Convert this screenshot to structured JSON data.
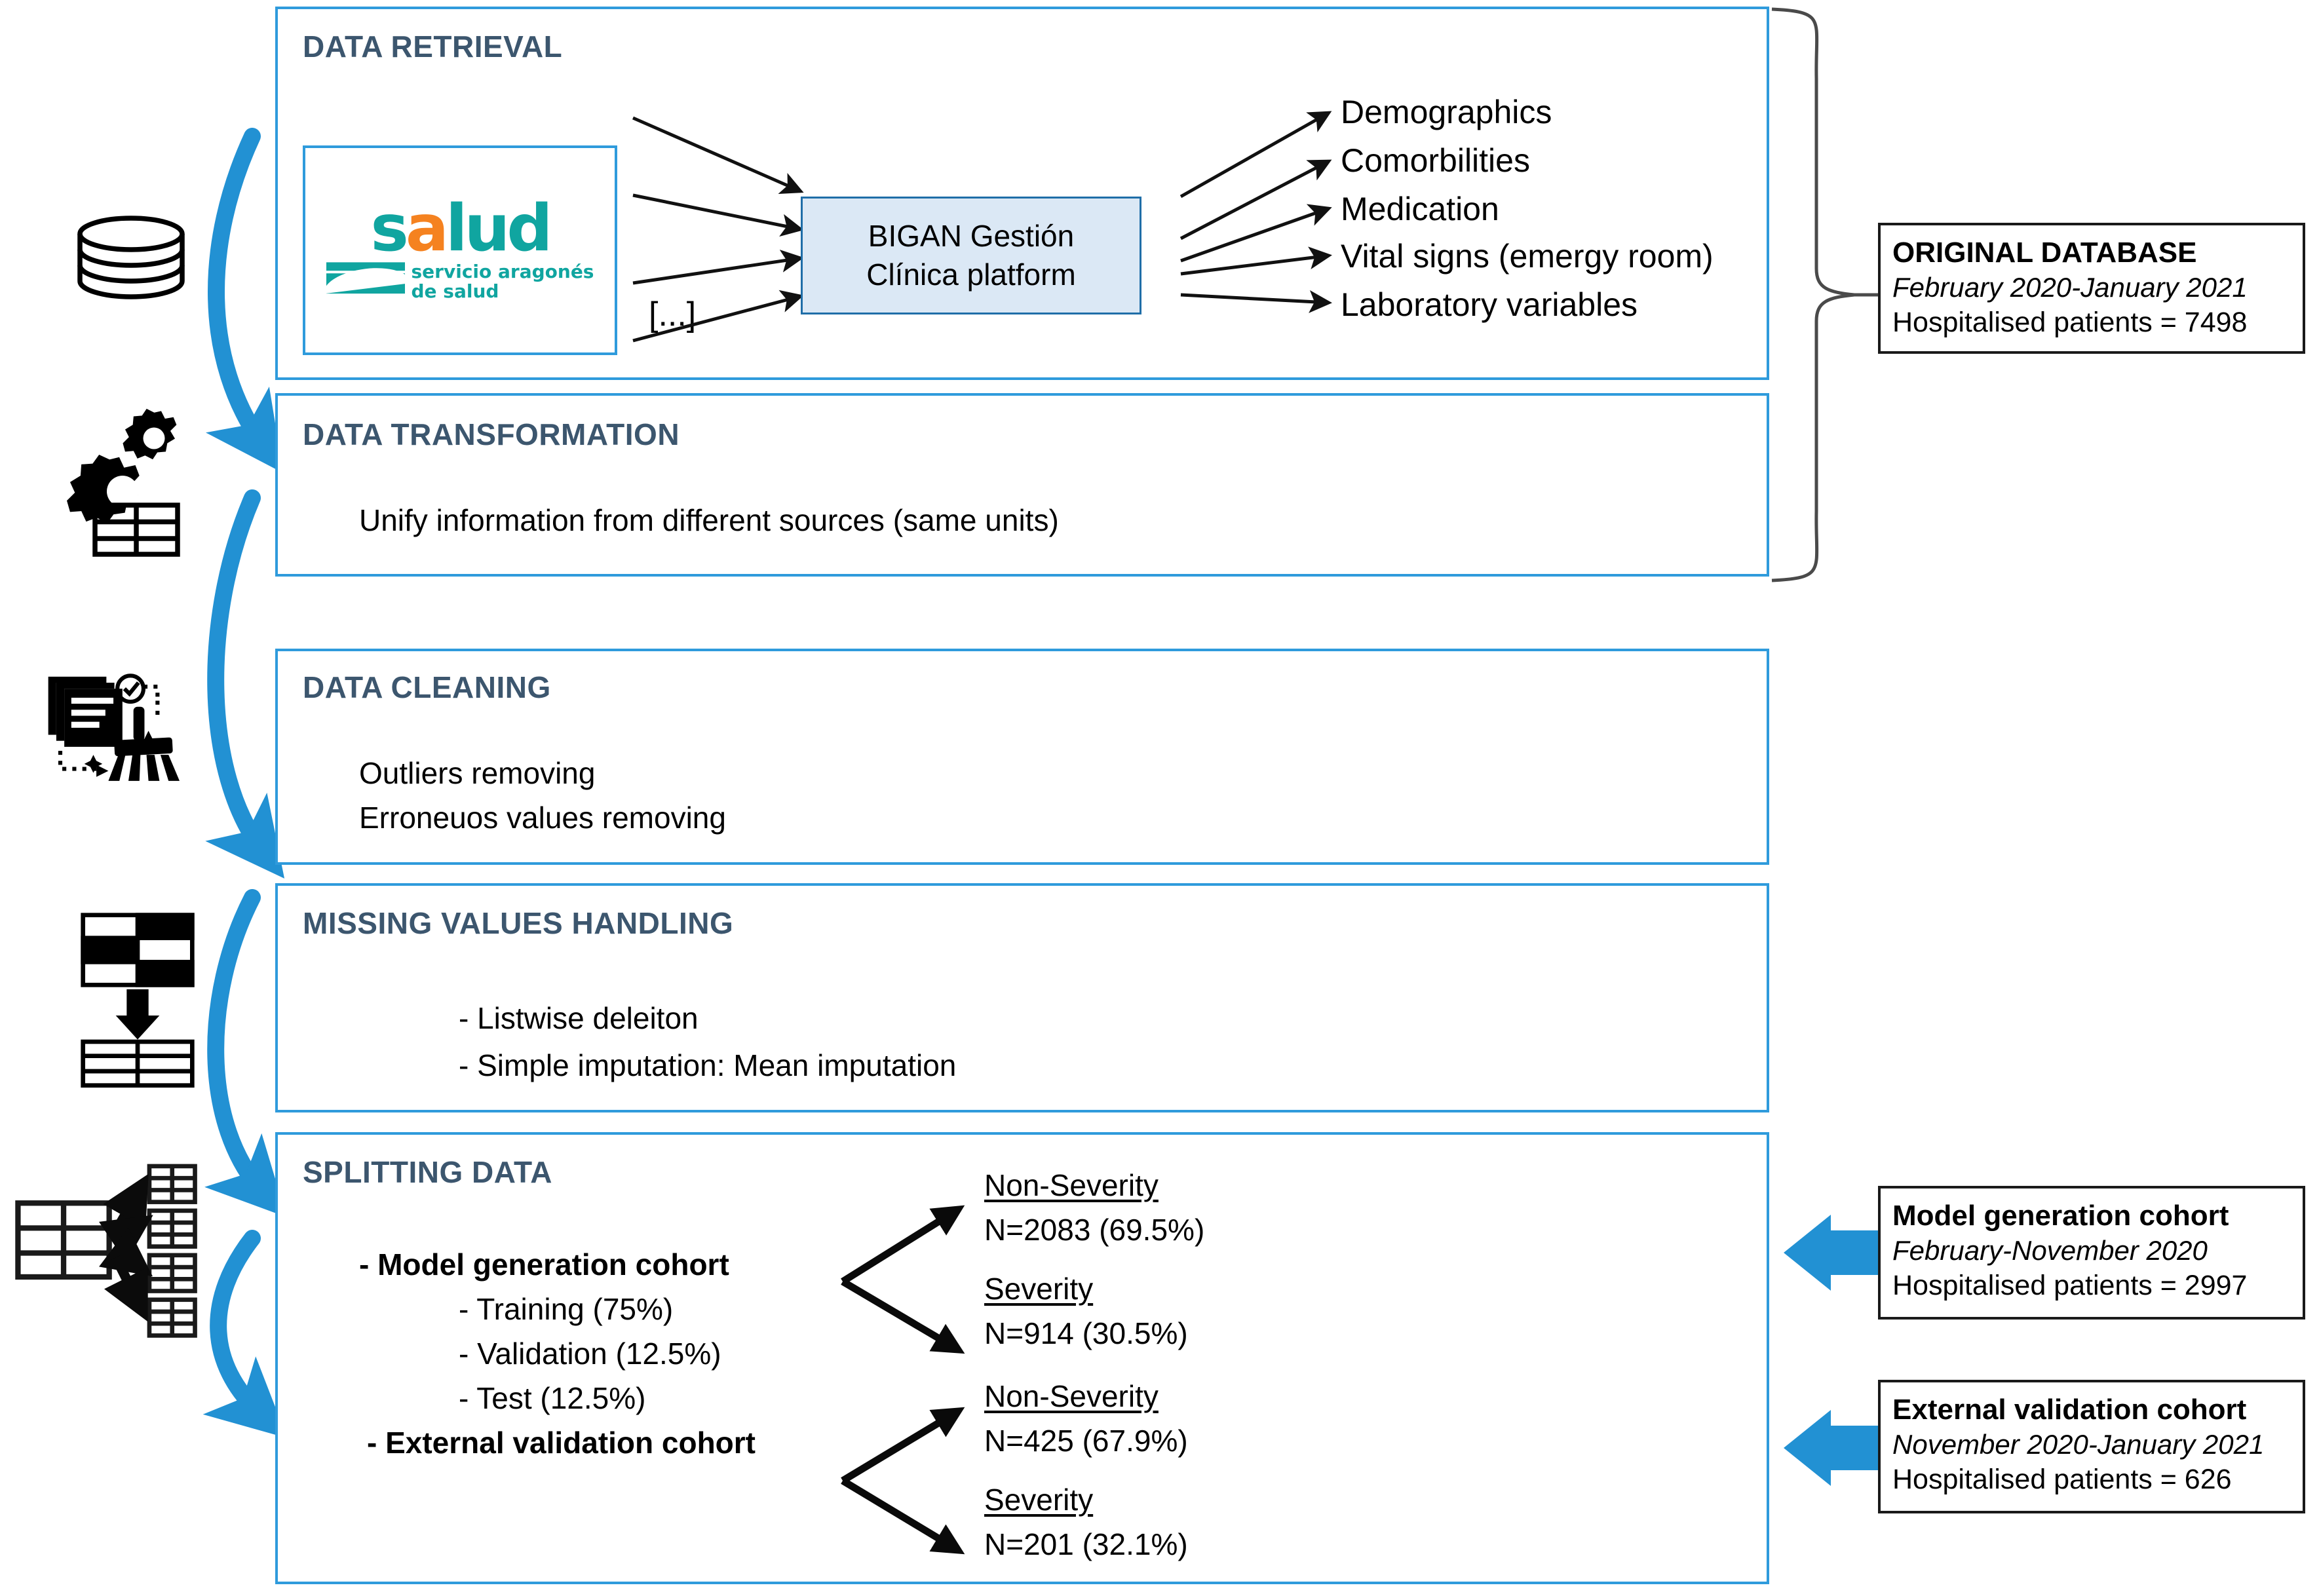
{
  "figure": {
    "type": "flowchart",
    "description": "Data processing pipeline flowchart for a COVID-19 severity prediction study"
  },
  "stages": [
    {
      "id": "data-retrieval",
      "title": "DATA RETRIEVAL",
      "source_logo": {
        "word_part_1": "s",
        "word_part_2": "a",
        "word_part_3": "lud",
        "subtitle_line_1": "servicio aragonés",
        "subtitle_line_2": "de salud",
        "colors": {
          "teal": "#10a5a0",
          "orange": "#f58220"
        }
      },
      "more_sources": "[...]",
      "platform": "BIGAN Gestión\nClínica platform",
      "platform_line_1": "BIGAN Gestión",
      "platform_line_2": "Clínica platform",
      "outputs": [
        "Demographics",
        "Comorbilities",
        "Medication",
        "Vital signs (emergy room)",
        "Laboratory variables"
      ]
    },
    {
      "id": "data-transformation",
      "title": "DATA TRANSFORMATION",
      "lines": [
        "Unify information from different sources (same units)"
      ]
    },
    {
      "id": "data-cleaning",
      "title": "DATA CLEANING",
      "lines": [
        "Outliers removing",
        "Erroneuos values removing"
      ]
    },
    {
      "id": "missing-values-handling",
      "title": "MISSING VALUES HANDLING",
      "lines": [
        "- Listwise deleiton",
        "- Simple imputation: Mean imputation"
      ]
    },
    {
      "id": "splitting-data",
      "title": "SPLITTING DATA",
      "lines": [
        "- Model generation cohort",
        "- Training (75%)",
        "- Validation (12.5%)",
        "- Test (12.5%)",
        "- External validation cohort"
      ]
    }
  ],
  "splits": {
    "model_generation": [
      {
        "label": "Non-Severity",
        "value": "N=2083 (69.5%)"
      },
      {
        "label": "Severity",
        "value": "N=914 (30.5%)"
      }
    ],
    "external_validation": [
      {
        "label": "Non-Severity",
        "value": "N=425 (67.9%)"
      },
      {
        "label": "Severity",
        "value": "N=201 (32.1%)"
      }
    ]
  },
  "info_boxes": [
    {
      "id": "original-database",
      "title": "ORIGINAL DATABASE",
      "period": "February 2020-January 2021",
      "patients": "Hospitalised patients = 7498"
    },
    {
      "id": "model-generation-cohort",
      "title": "Model generation cohort",
      "period": "February-November 2020",
      "patients": "Hospitalised patients = 2997"
    },
    {
      "id": "external-validation-cohort",
      "title": "External validation cohort",
      "period": "November 2020-January 2021",
      "patients": "Hospitalised patients = 626"
    }
  ],
  "icons": [
    {
      "name": "database-cylinder-icon",
      "stage": "data-retrieval"
    },
    {
      "name": "gears-table-icon",
      "stage": "data-transformation"
    },
    {
      "name": "documents-broom-icon",
      "stage": "data-cleaning"
    },
    {
      "name": "missing-cells-table-icon",
      "stage": "missing-values-handling"
    },
    {
      "name": "table-split-icon",
      "stage": "splitting-data"
    }
  ],
  "colors": {
    "stage_border": "#2f9bdc",
    "stage_title": "#3c566e",
    "flow_arrow": "#2291d3",
    "platform_fill": "#dbe8f5",
    "platform_border": "#1f6ea8",
    "info_border": "#1a1a1a",
    "logo_teal": "#10a5a0",
    "logo_orange": "#f58220"
  }
}
